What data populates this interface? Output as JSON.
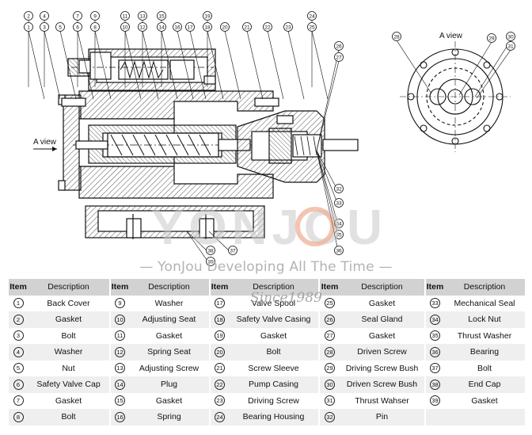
{
  "drawing": {
    "a_view_left": "A view",
    "a_view_right": "A view",
    "callouts_top": [
      "2",
      "4",
      "7",
      "9",
      "11",
      "13",
      "15",
      "19",
      "24"
    ],
    "callouts_mid": [
      "1",
      "3",
      "5",
      "6",
      "8",
      "10",
      "12",
      "14",
      "16",
      "17",
      "18",
      "20",
      "21",
      "22",
      "23",
      "25"
    ],
    "callouts_right": [
      "26",
      "27",
      "32",
      "33",
      "34",
      "35",
      "36"
    ],
    "callouts_bottom": [
      "37",
      "38",
      "39"
    ],
    "callouts_aview": [
      "28",
      "29",
      "30",
      "31"
    ],
    "watermark_brand": "YONJOU",
    "watermark_slogan": "YonJou Developing All The Time",
    "watermark_since": "Since1989"
  },
  "table": {
    "headers": [
      "Item",
      "Description",
      "Item",
      "Description",
      "Item",
      "Description",
      "Item",
      "Description",
      "Item",
      "Description"
    ],
    "rows": [
      [
        "1",
        "Back Cover",
        "9",
        "Washer",
        "17",
        "Valve Spool",
        "25",
        "Gasket",
        "33",
        "Mechanical Seal"
      ],
      [
        "2",
        "Gasket",
        "10",
        "Adjusting Seat",
        "18",
        "Safety Valve Casing",
        "26",
        "Seal Gland",
        "34",
        "Lock Nut"
      ],
      [
        "3",
        "Bolt",
        "11",
        "Gasket",
        "19",
        "Gasket",
        "27",
        "Gasket",
        "35",
        "Thrust Washer"
      ],
      [
        "4",
        "Washer",
        "12",
        "Spring Seat",
        "20",
        "Bolt",
        "28",
        "Driven Screw",
        "36",
        "Bearing"
      ],
      [
        "5",
        "Nut",
        "13",
        "Adjusting Screw",
        "21",
        "Screw Sleeve",
        "29",
        "Driving Screw Bush",
        "37",
        "Bolt"
      ],
      [
        "6",
        "Safety Valve Cap",
        "14",
        "Plug",
        "22",
        "Pump Casing",
        "30",
        "Driven Screw Bush",
        "38",
        "End Cap"
      ],
      [
        "7",
        "Gasket",
        "15",
        "Gasket",
        "23",
        "Driving Screw",
        "31",
        "Thrust Wahser",
        "39",
        "Gasket"
      ],
      [
        "8",
        "Bolt",
        "16",
        "Spring",
        "24",
        "Bearing Housing",
        "32",
        "Pin",
        "",
        ""
      ]
    ]
  }
}
